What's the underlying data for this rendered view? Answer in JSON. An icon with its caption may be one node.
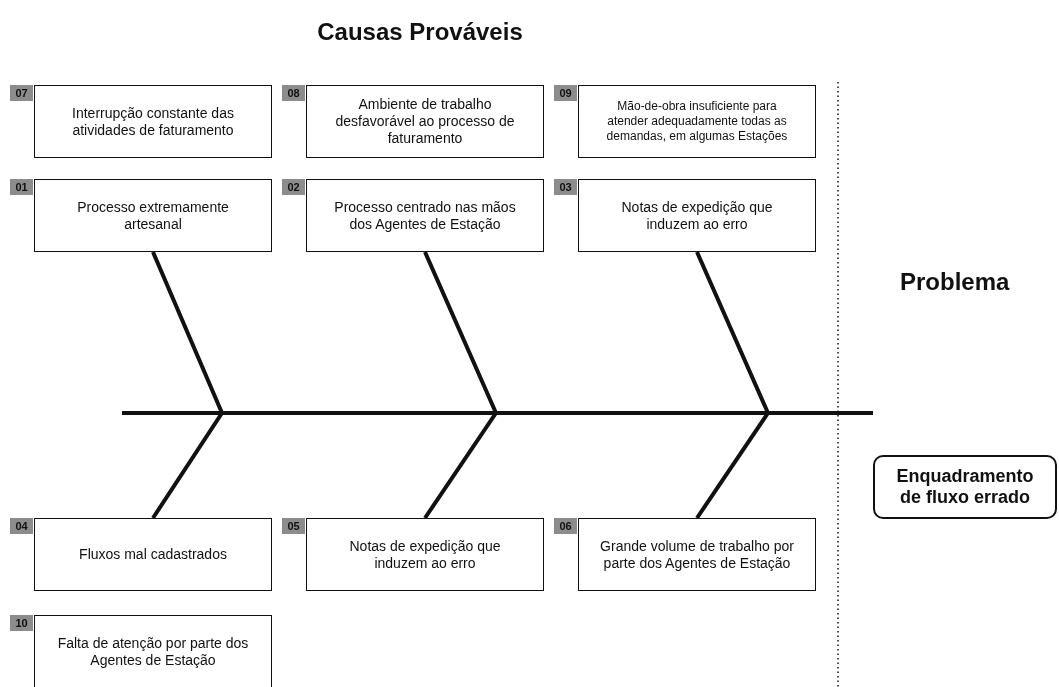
{
  "diagram": {
    "title": "Causas Prováveis",
    "nodes": [
      {
        "text": [
          "07",
          "Interrupção constante das atividades de faturamento"
        ]
      },
      {
        "text": [
          "08",
          "Ambiente de trabalho desfavorável ao processo de faturamento"
        ]
      },
      {
        "text": [
          "09",
          "Mão-de-obra insuficiente para atender adequadamente todas as demandas, em algumas Estações"
        ]
      },
      {
        "text": [
          "01",
          "Processo extremamente artesanal"
        ]
      },
      {
        "text": [
          "02",
          "Processo centrado nas mãos dos Agentes de Estação"
        ]
      },
      {
        "text": [
          "03",
          "Notas de expedição que induzem ao erro"
        ]
      },
      {
        "text": [
          "Enquadramento de fluxo errado"
        ]
      },
      {
        "text": [
          "04",
          "Fluxos mal cadastrados"
        ]
      },
      {
        "text": [
          "05",
          "Notas de expedição que induzem ao erro"
        ]
      },
      {
        "text": [
          "06",
          "Grande volume de trabalho por parte dos Agentes de Estação"
        ]
      },
      {
        "text": [
          "10",
          "Falta de atenção por parte dos Agentes de Estação"
        ]
      }
    ],
    "edges": [
      {
        "from": 3,
        "to": 6,
        "arrow": "none"
      },
      {
        "from": 4,
        "to": 6,
        "arrow": "none"
      },
      {
        "from": 5,
        "to": 6,
        "arrow": "none"
      },
      {
        "from": 7,
        "to": 6,
        "arrow": "none"
      },
      {
        "from": 8,
        "to": 6,
        "arrow": "none"
      },
      {
        "from": 9,
        "to": 6,
        "arrow": "none"
      }
    ],
    "labels": [
      "Problema"
    ]
  }
}
